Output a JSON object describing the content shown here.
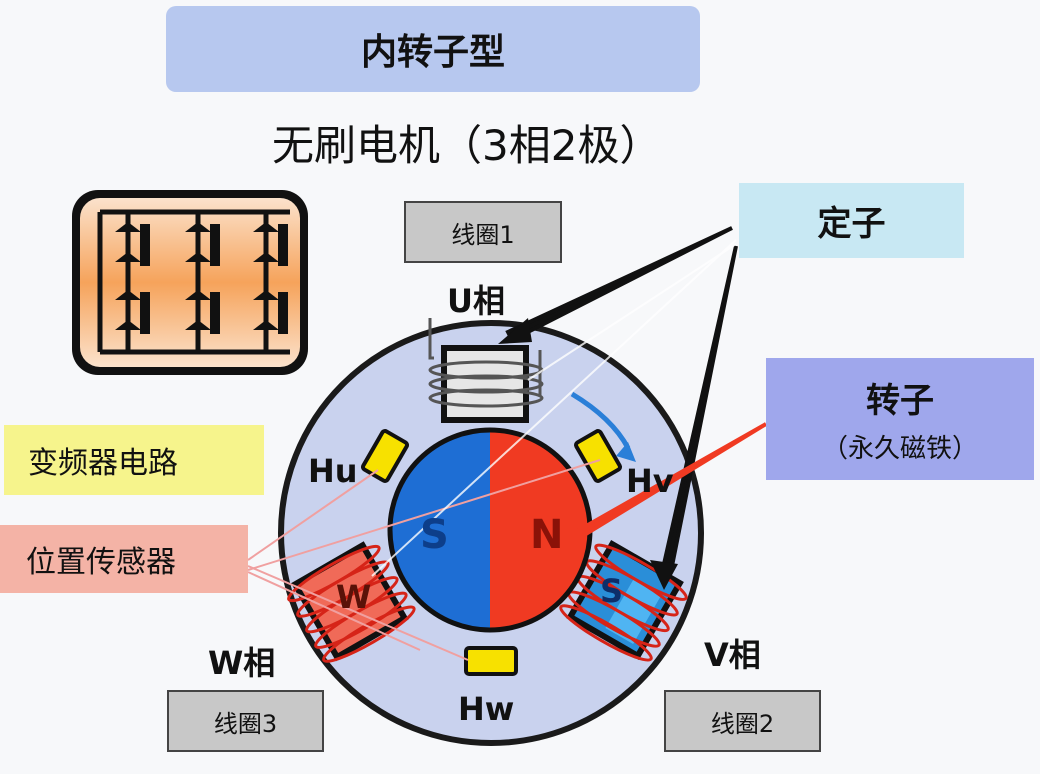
{
  "title": "内转子型",
  "subtitle": "无刷电机（3相2极）",
  "labels": {
    "stator": "定子",
    "rotor": "转子",
    "rotor_note": "（永久磁铁）",
    "inverter": "变频器电路",
    "position_sensor": "位置传感器"
  },
  "coils": {
    "coil1": "线圈1",
    "coil2": "线圈2",
    "coil3": "线圈3"
  },
  "phases": {
    "u": "U相",
    "v": "V相",
    "w": "W相"
  },
  "hall_sensors": {
    "hu": "Hu",
    "hv": "Hv",
    "hw": "Hw"
  },
  "poles": {
    "s": "S",
    "n": "N",
    "w_pole": "W",
    "s_pole_v": "S"
  },
  "colors": {
    "title_bg": "#b7c8ef",
    "stator_bg": "#c8e8f3",
    "rotor_bg": "#9fa7ec",
    "inverter_bg": "#f6f48c",
    "sensor_bg": "#f4b3a6",
    "rotor_s": "#1e6ed4",
    "rotor_n": "#f03a22",
    "stator_disc": "#c9d2ee",
    "hall": "#f7e100",
    "coil_wire": "#d62418"
  }
}
